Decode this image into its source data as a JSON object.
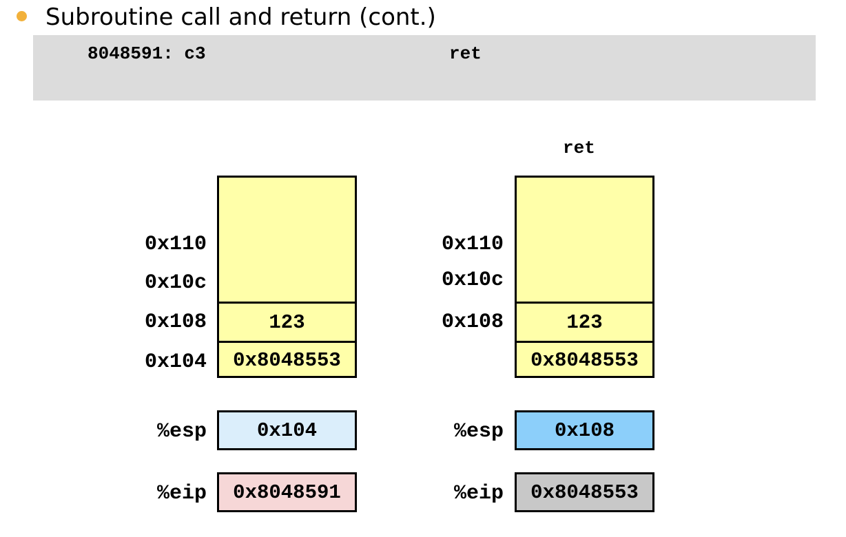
{
  "title": "Subroutine call and return (cont.)",
  "code": {
    "address": "8048591: c3",
    "instruction": "ret"
  },
  "colors": {
    "bullet": "#f2b13b",
    "code_bg": "#dcdcdc",
    "stack_fill": "#ffffa9",
    "esp_before": "#dbeefb",
    "esp_after": "#8ccffa",
    "eip_before": "#f6d7d7",
    "eip_after": "#c8c8c8"
  },
  "before": {
    "addresses": [
      "0x110",
      "0x10c",
      "0x108",
      "0x104"
    ],
    "cells": [
      "123",
      "0x8048553"
    ],
    "esp_label": "%esp",
    "esp_value": "0x104",
    "eip_label": "%eip",
    "eip_value": "0x8048591"
  },
  "after": {
    "caption": "ret",
    "addresses": [
      "0x110",
      "0x10c",
      "0x108"
    ],
    "cells": [
      "123",
      "0x8048553"
    ],
    "esp_label": "%esp",
    "esp_value": "0x108",
    "eip_label": "%eip",
    "eip_value": "0x8048553"
  }
}
